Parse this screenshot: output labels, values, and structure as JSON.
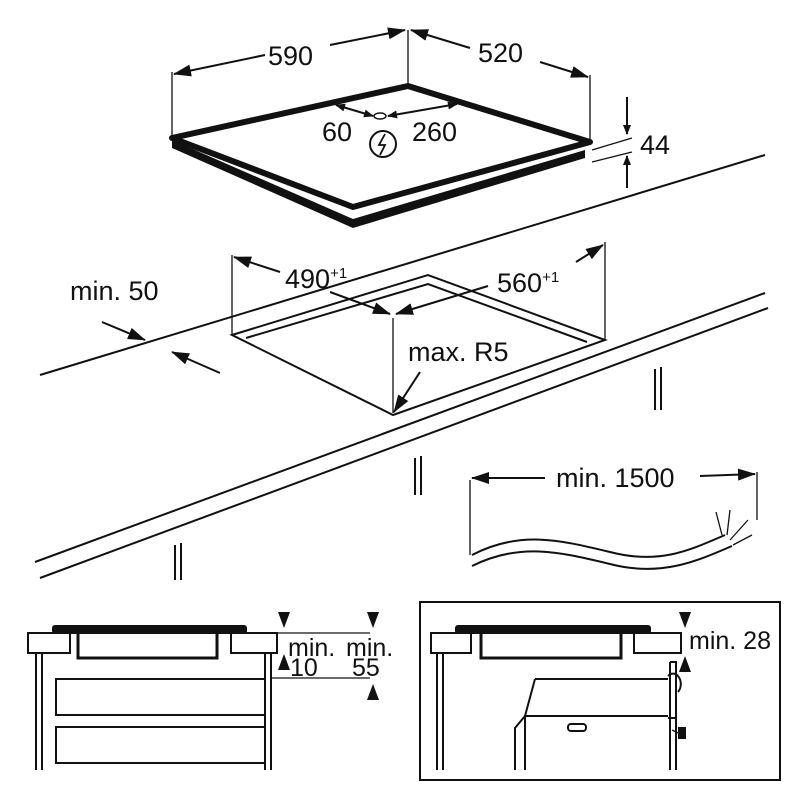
{
  "hob": {
    "width": "590",
    "depth": "520",
    "connection_offset_left": "60",
    "connection_offset_right": "260",
    "height": "44",
    "electric_icon": "lightning-bolt-in-circle"
  },
  "cutout": {
    "width": "490",
    "width_tolerance": "+1",
    "depth": "560",
    "depth_tolerance": "+1",
    "corner_radius": "max. R5",
    "min_distance_front": "min. 50"
  },
  "cable": {
    "min_length": "min. 1500"
  },
  "section_drawers": {
    "gap_label_1": "min.",
    "gap_value_1": "10",
    "gap_label_2": "min.",
    "gap_value_2": "55"
  },
  "section_oven": {
    "gap": "min. 28"
  }
}
